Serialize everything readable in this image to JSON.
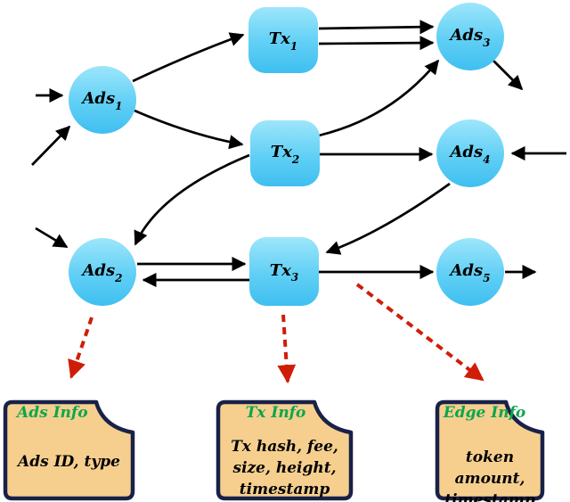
{
  "figure": {
    "description": "Blockchain address-transaction graph with attribute notes",
    "background": "#ffffff"
  },
  "nodes": [
    {
      "id": "ads1",
      "shape": "circle",
      "label": "Ads",
      "sub": "1"
    },
    {
      "id": "ads2",
      "shape": "circle",
      "label": "Ads",
      "sub": "2"
    },
    {
      "id": "ads3",
      "shape": "circle",
      "label": "Ads",
      "sub": "3"
    },
    {
      "id": "ads4",
      "shape": "circle",
      "label": "Ads",
      "sub": "4"
    },
    {
      "id": "ads5",
      "shape": "circle",
      "label": "Ads",
      "sub": "5"
    },
    {
      "id": "tx1",
      "shape": "rounded-square",
      "label": "Tx",
      "sub": "1"
    },
    {
      "id": "tx2",
      "shape": "rounded-square",
      "label": "Tx",
      "sub": "2"
    },
    {
      "id": "tx3",
      "shape": "rounded-square",
      "label": "Tx",
      "sub": "3"
    }
  ],
  "edges": [
    {
      "from": "external-left",
      "to": "ads1"
    },
    {
      "from": "external-bottom-left",
      "to": "ads1"
    },
    {
      "from": "external-left",
      "to": "ads2"
    },
    {
      "from": "ads1",
      "to": "tx1"
    },
    {
      "from": "ads1",
      "to": "tx2"
    },
    {
      "from": "tx1",
      "to": "ads3",
      "style": "double-line-1"
    },
    {
      "from": "tx1",
      "to": "ads3",
      "style": "double-line-2"
    },
    {
      "from": "tx2",
      "to": "ads3"
    },
    {
      "from": "tx2",
      "to": "ads4"
    },
    {
      "from": "tx2",
      "to": "ads2"
    },
    {
      "from": "external-right",
      "to": "ads4"
    },
    {
      "from": "ads3",
      "to": "external"
    },
    {
      "from": "ads4",
      "to": "tx3"
    },
    {
      "from": "ads2",
      "to": "tx3"
    },
    {
      "from": "tx3",
      "to": "ads2"
    },
    {
      "from": "tx3",
      "to": "ads5"
    },
    {
      "from": "ads5",
      "to": "external"
    }
  ],
  "annotations": [
    {
      "from": "ads2",
      "to": "ads-info-note",
      "style": "red-dashed"
    },
    {
      "from": "tx3",
      "to": "tx-info-note",
      "style": "red-dashed"
    },
    {
      "from": "edge-tx3-ads5",
      "to": "edge-info-note",
      "style": "red-dashed"
    }
  ],
  "notes": [
    {
      "id": "ads-info",
      "title": "Ads Info",
      "lines": [
        "Ads ID, type"
      ]
    },
    {
      "id": "tx-info",
      "title": "Tx Info",
      "lines": [
        "Tx hash, fee,",
        "size, height,",
        "timestamp"
      ]
    },
    {
      "id": "edge-info",
      "title": "Edge Info",
      "lines": [
        "token amount,",
        "timestamp"
      ]
    }
  ],
  "colors": {
    "node_fill_top": "#9de6fb",
    "node_fill_bottom": "#3fbff0",
    "note_fill": "#f6cf8f",
    "note_border": "#182148",
    "note_title_green": "#0ca64d",
    "arrow_black": "#000000",
    "annotation_red": "#cf1d07"
  }
}
